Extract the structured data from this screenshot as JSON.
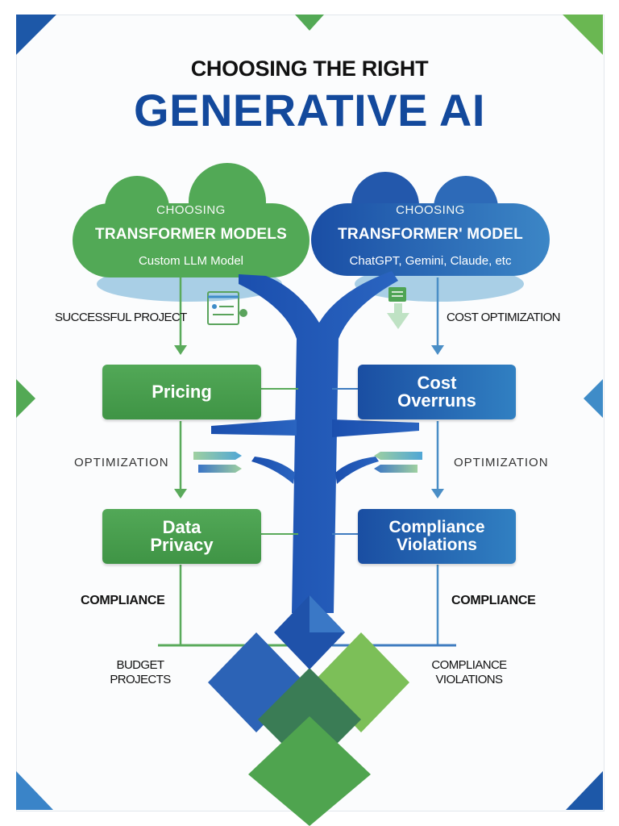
{
  "title": {
    "line1": "CHOOSING THE RIGHT",
    "line2": "GENERATIVE AI"
  },
  "left_cloud": {
    "kicker": "CHOOSING",
    "title": "TRANSFORMER MODELS",
    "subtitle": "Custom LLM Model"
  },
  "right_cloud": {
    "kicker": "CHOOSING",
    "title": "TRANSFORMER' MODEL",
    "subtitle": "ChatGPT, Gemini, Claude, etc"
  },
  "left_branch": {
    "label_top": "SUCCESSFUL PROJECT",
    "box1": {
      "line1": "Pricing"
    },
    "label_mid": "OPTIMIZATION",
    "box2": {
      "line1": "Data",
      "line2": "Privacy"
    },
    "label_bottom": "COMPLIANCE",
    "footer": {
      "line1": "BUDGET",
      "line2": "PROJECTS"
    }
  },
  "right_branch": {
    "label_top": "COST OPTIMIZATION",
    "box1": {
      "line1": "Cost",
      "line2": "Overruns"
    },
    "label_mid": "OPTIMIZATION",
    "box2": {
      "line1": "Compliance",
      "line2": "Violations"
    },
    "label_bottom": "COMPLIANCE",
    "footer": {
      "line1": "COMPLIANCE",
      "line2": "VIOLATIONS"
    }
  },
  "icons": {
    "left_cloud_icon": "document-window-icon",
    "right_cloud_icon": "download-document-icon"
  },
  "colors": {
    "green": "#4ea454",
    "blue": "#1d58a8",
    "light_blue": "#3f8cc8",
    "title_blue": "#13499c"
  }
}
